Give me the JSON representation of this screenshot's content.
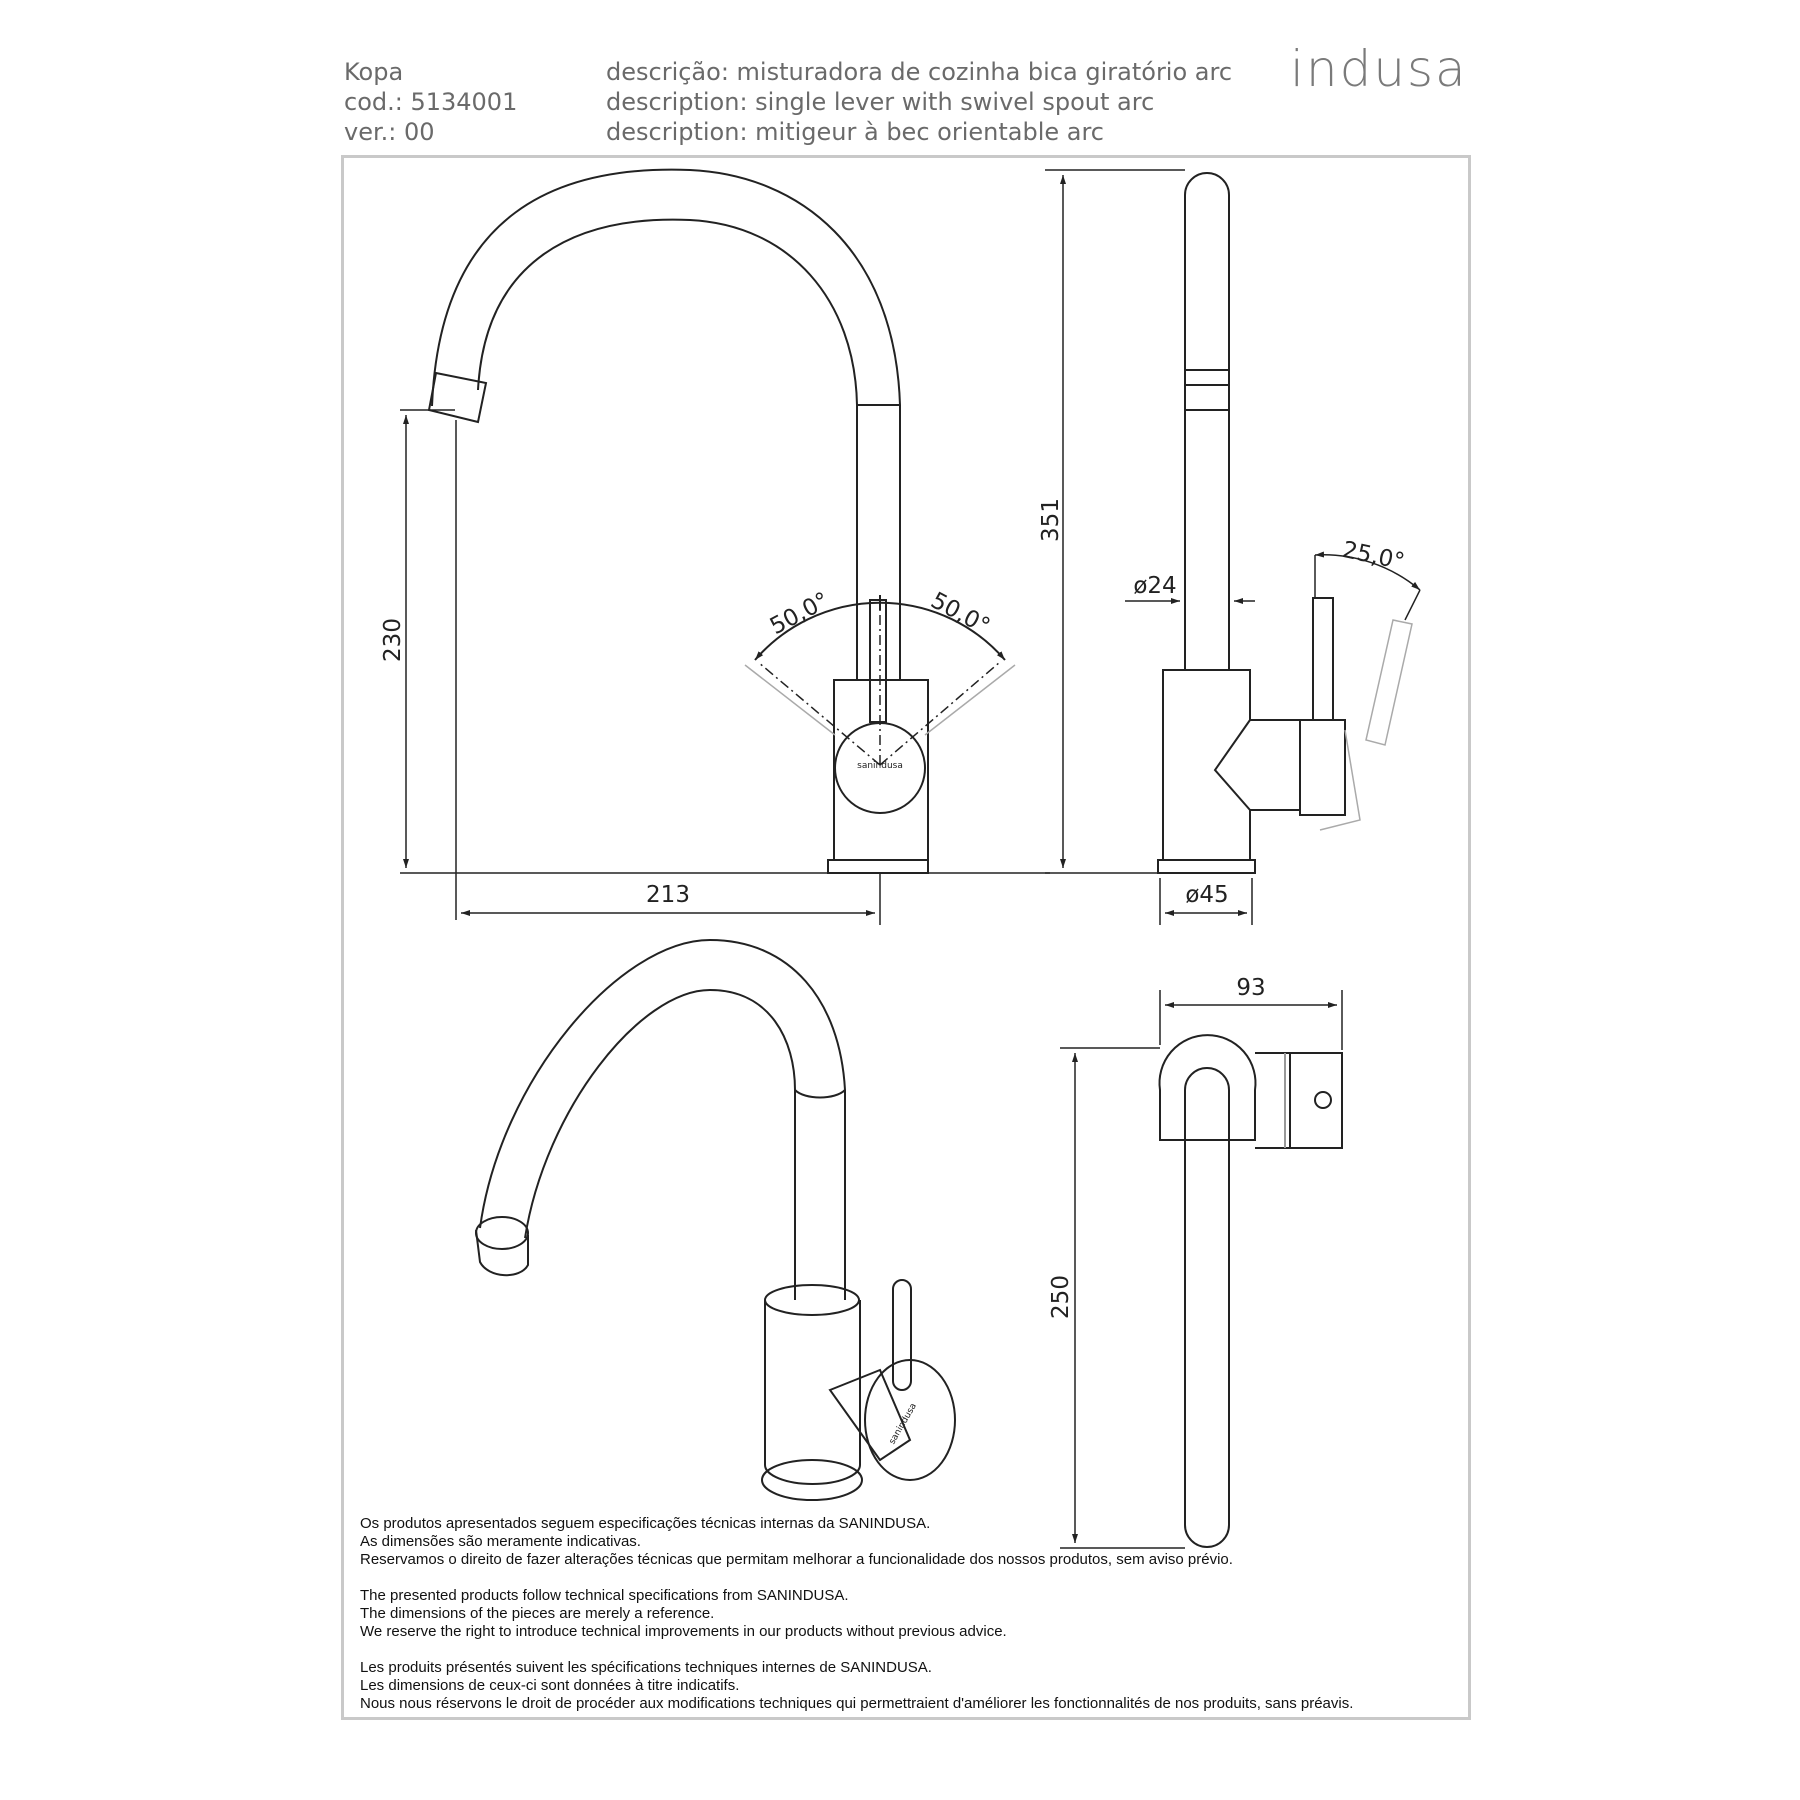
{
  "header": {
    "product_name": "Kopa",
    "code": "cod.: 5134001",
    "version": "ver.: 00",
    "desc_pt": "descrição: misturadora de cozinha bica giratório arc",
    "desc_en": "description: single lever with swivel spout arc",
    "desc_fr": "description: mitigeur à bec orientable arc"
  },
  "brand": "indusa",
  "dimensions": {
    "spout_height": "230",
    "spout_reach": "213",
    "lever_angle_left": "50,0°",
    "lever_angle_right": "50,0°",
    "total_height": "351",
    "lever_tilt": "25,0°",
    "spout_diameter": "ø24",
    "base_diameter": "ø45",
    "top_depth": "93",
    "top_length": "250"
  },
  "logo_text": "sanindusa",
  "notes": {
    "pt": [
      "Os produtos apresentados seguem especificações técnicas internas da SANINDUSA.",
      "As dimensões são meramente indicativas.",
      "Reservamos o direito de fazer alterações técnicas que permitam melhorar a funcionalidade dos nossos produtos, sem aviso prévio."
    ],
    "en": [
      "The presented products follow technical specifications from SANINDUSA.",
      "The dimensions of the pieces are merely a reference.",
      "We reserve the right to introduce technical improvements in our products without previous advice."
    ],
    "fr": [
      "Les produits présentés suivent les spécifications techniques internes de SANINDUSA.",
      "Les dimensions de ceux-ci sont données à titre indicatifs.",
      "Nous nous réservons le droit de procéder aux modifications techniques qui permettraient d'améliorer les fonctionnalités de nos produits, sans préavis."
    ]
  }
}
